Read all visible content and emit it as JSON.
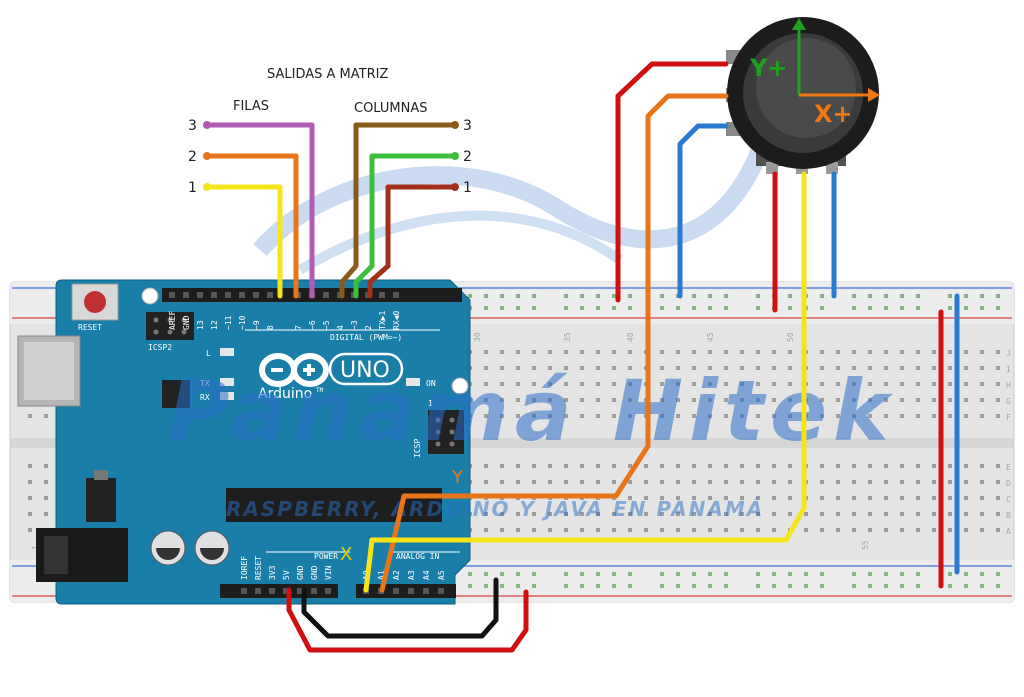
{
  "title": "SALIDAS A MATRIZ",
  "groups": {
    "filas": "FILAS",
    "columnas": "COLUMNAS"
  },
  "row_numbers": [
    "3",
    "2",
    "1"
  ],
  "col_numbers": [
    "3",
    "2",
    "1"
  ],
  "axis_labels": {
    "x": "X",
    "y": "Y",
    "joystick_x": "X+",
    "joystick_y": "Y+"
  },
  "arduino": {
    "logo_text": "Arduino",
    "tm": "TM",
    "model": "UNO",
    "reset": "RESET",
    "icsp2": "ICSP2",
    "icsp": "ICSP",
    "icsp_pin": "1",
    "leds": [
      "L",
      "TX",
      "RX"
    ],
    "on": "ON",
    "digital_label": "DIGITAL (PWM=~)",
    "digital_pins": [
      "AREF",
      "GND",
      "13",
      "12",
      "~11",
      "~10",
      "~9",
      "8",
      "7",
      "~6",
      "~5",
      "4",
      "~3",
      "2",
      "TX▶1",
      "RX◀0"
    ],
    "power_label": "POWER",
    "power_pins": [
      "IOREF",
      "RESET",
      "3V3",
      "5V",
      "GND",
      "GND",
      "VIN"
    ],
    "analog_label": "ANALOG IN",
    "analog_pins": [
      "A0",
      "A1",
      "A2",
      "A3",
      "A4",
      "A5"
    ]
  },
  "breadboard": {
    "column_numbers": [
      "30",
      "35",
      "40",
      "45",
      "50",
      "55"
    ],
    "row_letters_top": [
      "J",
      "I",
      "H",
      "G",
      "F"
    ],
    "row_letters_bottom": [
      "E",
      "D",
      "C",
      "B",
      "A"
    ],
    "left_numbers": [
      "1"
    ]
  },
  "watermark": {
    "main": "Panamá Hitek",
    "sub": "RASPBERRY, ARDUINO Y JAVA EN PANAMÁ"
  },
  "colors": {
    "wire_red": "#d01010",
    "wire_orange": "#e8751a",
    "wire_yellow": "#f4e419",
    "wire_purple": "#b25bb5",
    "wire_brown": "#8a5a1a",
    "wire_green": "#3cc03c",
    "wire_darkred": "#a0301a",
    "wire_blue": "#2a7ad0",
    "wire_black": "#111111",
    "board_blue": "#1a7fa8",
    "joystick_arrow_green": "#1fa01f",
    "joystick_arrow_orange": "#f07814"
  }
}
